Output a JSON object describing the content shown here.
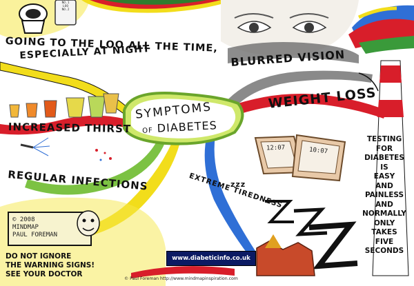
{
  "center": {
    "line1": "SYMPTOMS",
    "line2_prefix": "OF",
    "line2_main": "DIABETES"
  },
  "branches": {
    "loo_line1": "GOING TO THE LOO ALL THE TIME,",
    "loo_line2": "ESPECIALLY AT NIGHT",
    "blurred": "BLURRED VISION",
    "weight": "WEIGHT LOSS",
    "thirst": "INCREASED THIRST",
    "infections": "REGULAR INFECTIONS",
    "tiredness": "EXTREME TIREDNESS"
  },
  "testing_lines": [
    "TESTING",
    "FOR",
    "DIABETES",
    "IS",
    "EASY",
    "AND",
    "PAINLESS",
    "AND",
    "NORMALLY",
    "ONLY",
    "TAKES",
    "FIVE",
    "SECONDS"
  ],
  "warning_lines": [
    "DO NOT IGNORE",
    "THE WARNING SIGNS!",
    "SEE YOUR DOCTOR"
  ],
  "website": "www.diabeticinfo.co.uk",
  "credit": "© Paul Foreman http://www.mindmapinspiration.com",
  "signature": {
    "line1": "© 2008",
    "line2": "MINDMAP",
    "line3": "PAUL FOREMAN"
  },
  "clock": {
    "left": "12:07",
    "right": "10:07"
  },
  "mug_lines": [
    "NO.1",
    "LOO",
    "NO.2"
  ],
  "sleep_small": "zzz",
  "sleep_big": "ZZZ",
  "colors": {
    "branch_yellow": "#f2dd1b",
    "branch_red": "#d81e2a",
    "branch_blue": "#2f6fd6",
    "branch_green": "#7cc243",
    "branch_gray": "#8a8a8a",
    "website_bg": "#0b1a63"
  }
}
